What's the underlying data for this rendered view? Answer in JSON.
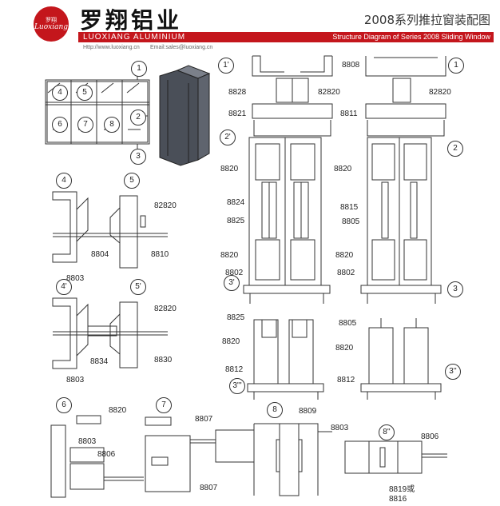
{
  "header": {
    "logo_cn_small": "罗翔",
    "logo_script": "Luoxiang",
    "brand_cn": "罗翔铝业",
    "brand_en": "LUOXIANG ALUMINIUM",
    "title_cn": "2008系列推拉窗装配图",
    "title_en": "Structure Diagram of Series 2008 Sliding Window",
    "website": "Http://www.luoxiang.cn",
    "email": "Email:sales@luoxiang.cn"
  },
  "colors": {
    "brand_red": "#c4161c",
    "line": "#333333",
    "profile_fill": "#4a4f58"
  },
  "elevation_numbers": [
    "1",
    "2",
    "3",
    "4",
    "5",
    "6",
    "7",
    "8"
  ],
  "section_markers": {
    "s1p": "1'",
    "s1": "1",
    "s2p": "2'",
    "s2": "2",
    "s3p": "3'",
    "s3": "3",
    "s3pp": "3''",
    "s3ppp": "3'''",
    "s4": "4",
    "s4p": "4'",
    "s5": "5",
    "s5p": "5'",
    "s6": "6",
    "s7": "7",
    "s8": "8",
    "s8p": "8''"
  },
  "parts": {
    "p8828": "8828",
    "p82820a": "82820",
    "p8808": "8808",
    "p82820b": "82820",
    "p8821": "8821",
    "p8811": "8811",
    "p8820a": "8820",
    "p8824": "8824",
    "p8825a": "8825",
    "p8820b": "8820",
    "p8802a": "8802",
    "p8820c": "8820",
    "p8815": "8815",
    "p8805a": "8805",
    "p8820d": "8820",
    "p8802b": "8802",
    "p8825b": "8825",
    "p8820e": "8820",
    "p8812a": "8812",
    "p8805b": "8805",
    "p8820f": "8820",
    "p8812b": "8812",
    "p82820c": "82820",
    "p8804": "8804",
    "p8810": "8810",
    "p8803a": "8803",
    "p82820d": "82820",
    "p8834": "8834",
    "p8830": "8830",
    "p8803b": "8803",
    "p8820g": "8820",
    "p8803c": "8803",
    "p8806a": "8806",
    "p8807a": "8807",
    "p8807b": "8807",
    "p8809": "8809",
    "p8803d": "8803",
    "p8806b": "8806",
    "p8819": "8819或",
    "p8816": "8816"
  }
}
